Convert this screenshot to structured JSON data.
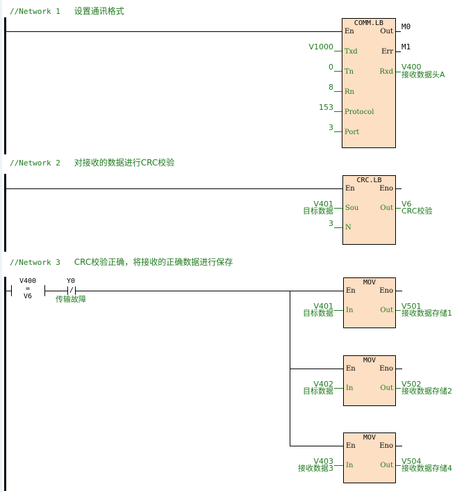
{
  "networks": [
    {
      "comment_prefix": "//Network 1",
      "comment_text": "设置通讯格式",
      "block": {
        "title": "COMM.LB",
        "pins_left": [
          "En",
          "Txd",
          "Tn",
          "Rn",
          "Protocol",
          "Port"
        ],
        "pins_right": [
          "Out",
          "Err",
          "Rxd"
        ],
        "inputs": {
          "Txd": "V1000",
          "Tn": "0",
          "Rn": "8",
          "Protocol": "153",
          "Port": "3"
        },
        "outputs": {
          "Out": {
            "addr": "M0"
          },
          "Err": {
            "addr": "M1"
          },
          "Rxd": {
            "addr": "V400",
            "symbol": "接收数据头A"
          }
        }
      }
    },
    {
      "comment_prefix": "//Network 2",
      "comment_text": "对接收的数据进行CRC校验",
      "block": {
        "title": "CRC.LB",
        "pins_left": [
          "En",
          "Sou",
          "N"
        ],
        "pins_right": [
          "Eno",
          "Out"
        ],
        "inputs": {
          "Sou": {
            "addr": "V401",
            "symbol": "目标数据"
          },
          "N": "3"
        },
        "outputs": {
          "Out": {
            "addr": "V6",
            "symbol": "CRC校验"
          }
        }
      }
    },
    {
      "comment_prefix": "//Network 3",
      "comment_text": "CRC校验正确，将接收的正确数据进行保存",
      "compare_contact": {
        "top": "V400",
        "op": "=",
        "bottom": "V6"
      },
      "nc_contact": {
        "addr": "Y0",
        "glyph": "/",
        "symbol": "传输故障"
      },
      "mov_blocks": [
        {
          "title": "MOV",
          "pins_left": [
            "En",
            "In"
          ],
          "pins_right": [
            "Eno",
            "Out"
          ],
          "in": {
            "addr": "V401",
            "symbol": "目标数据"
          },
          "out": {
            "addr": "V501",
            "symbol": "接收数据存储1"
          }
        },
        {
          "title": "MOV",
          "pins_left": [
            "En",
            "In"
          ],
          "pins_right": [
            "Eno",
            "Out"
          ],
          "in": {
            "addr": "V402",
            "symbol": "目标数据"
          },
          "out": {
            "addr": "V502",
            "symbol": "接收数据存储2"
          }
        },
        {
          "title": "MOV",
          "pins_left": [
            "En",
            "In"
          ],
          "pins_right": [
            "Eno",
            "Out"
          ],
          "in": {
            "addr": "V403",
            "symbol": "接收数据3"
          },
          "out": {
            "addr": "V504",
            "symbol": "接收数据存储4"
          }
        }
      ]
    }
  ],
  "colors": {
    "comment": "#1f7a1f",
    "block_fill": "#fddfc4",
    "wire": "#000000",
    "operand": "#1f7a1f"
  }
}
